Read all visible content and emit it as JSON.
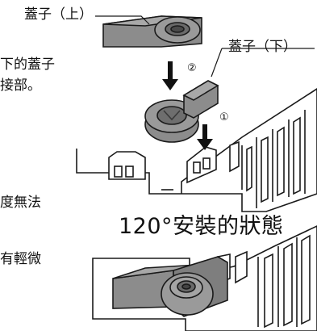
{
  "labels": {
    "lid_upper": "蓋子（上）",
    "lid_lower": "蓋子（下）",
    "step_1": "①",
    "step_2": "②",
    "status_120": "120°安裝的狀態"
  },
  "fragments": {
    "line1": "下的蓋子",
    "line2": "接部。",
    "line3": "度無法",
    "line4": "有輕微"
  },
  "colors": {
    "part_fill": "#8c8c8c",
    "part_dark": "#5e5e5e",
    "panel_fill": "#ffffff",
    "line": "#1a1a1a"
  }
}
